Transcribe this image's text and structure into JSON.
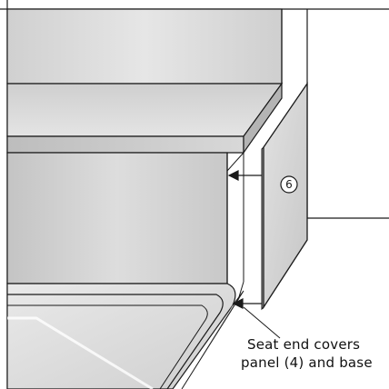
{
  "diagram": {
    "part_number": "6",
    "callout": {
      "line_1": "Seat end covers",
      "line_2": "panel (4) and base"
    },
    "colors": {
      "ink": "#1a1a1a",
      "wall_light": "#e8e8e8",
      "wall_mid": "#c9c9c9",
      "wall_dark": "#a9a9a9",
      "counter_top": "#d6d6d6",
      "panel_face": "#d9d9d9",
      "basin": "#dcdcdc"
    }
  }
}
